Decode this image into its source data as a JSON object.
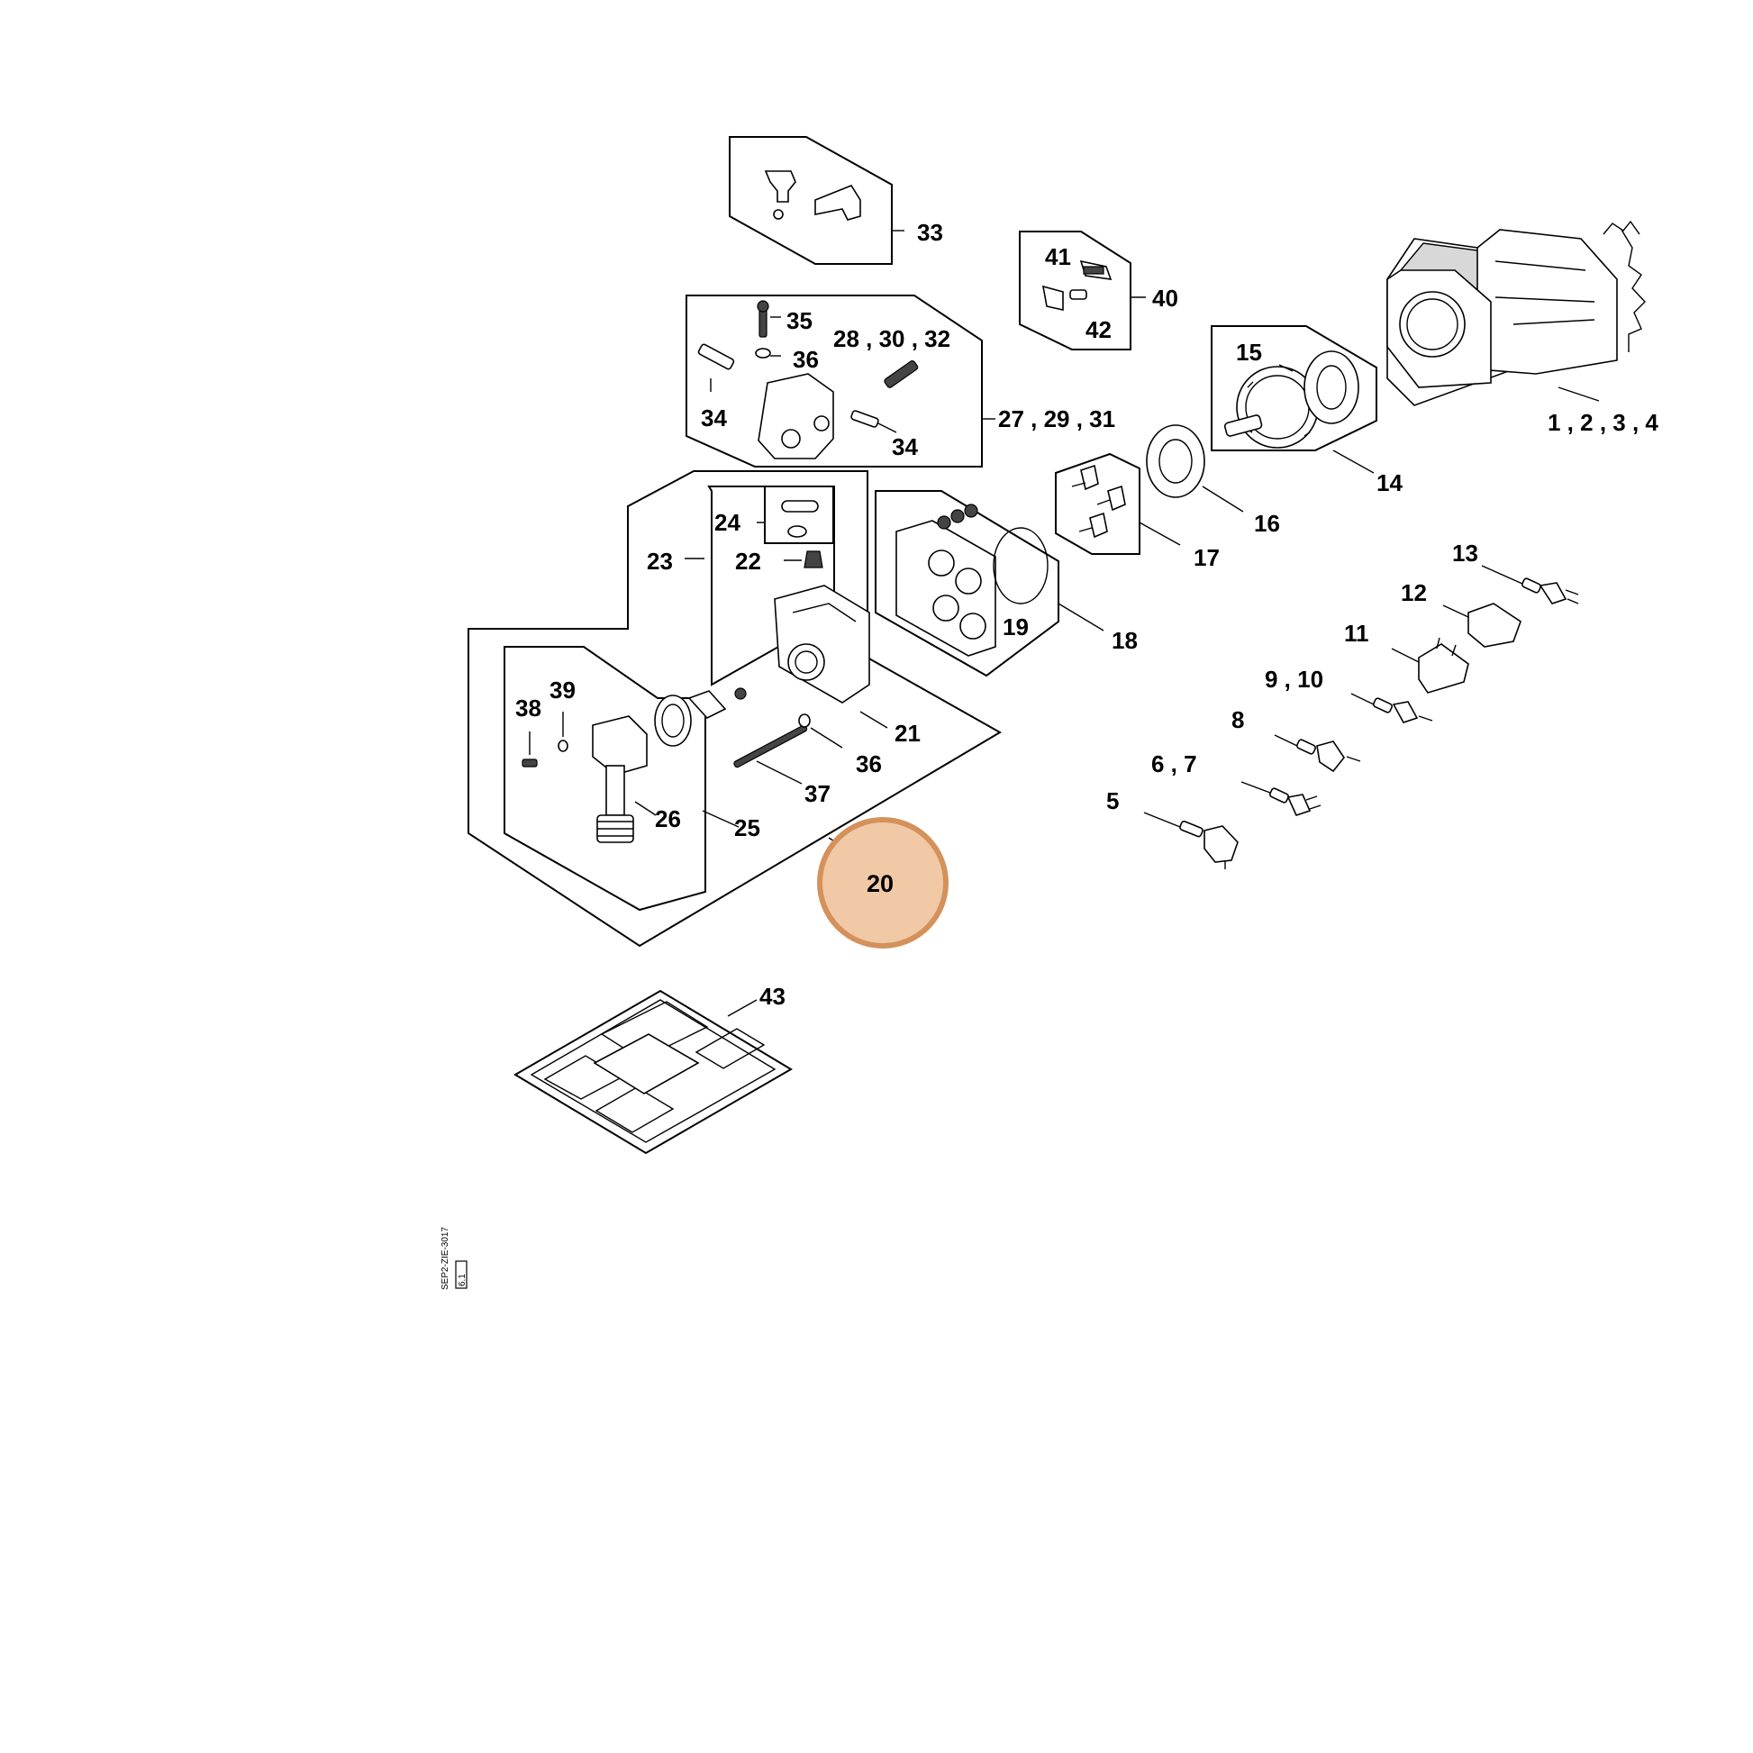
{
  "diagram": {
    "highlight_color": "#d4915a",
    "highlight_fill": "#f1c9a6",
    "callouts": {
      "c1234": "1 , 2 , 3 , 4",
      "c5": "5",
      "c67": "6 , 7",
      "c8": "8",
      "c910": "9 , 10",
      "c11": "11",
      "c12": "12",
      "c13": "13",
      "c14": "14",
      "c15": "15",
      "c16": "16",
      "c17": "17",
      "c18": "18",
      "c19": "19",
      "c20": "20",
      "c21": "21",
      "c22": "22",
      "c23": "23",
      "c24": "24",
      "c25": "25",
      "c26": "26",
      "c272931": "27 , 29 , 31",
      "c283032": "28 , 30 , 32",
      "c33": "33",
      "c34a": "34",
      "c34b": "34",
      "c35": "35",
      "c36a": "36",
      "c36b": "36",
      "c37": "37",
      "c38": "38",
      "c39": "39",
      "c40": "40",
      "c41": "41",
      "c42": "42",
      "c43": "43"
    },
    "margin_code": "SEP2-ZIE-3017",
    "margin_badge": "6.1"
  }
}
